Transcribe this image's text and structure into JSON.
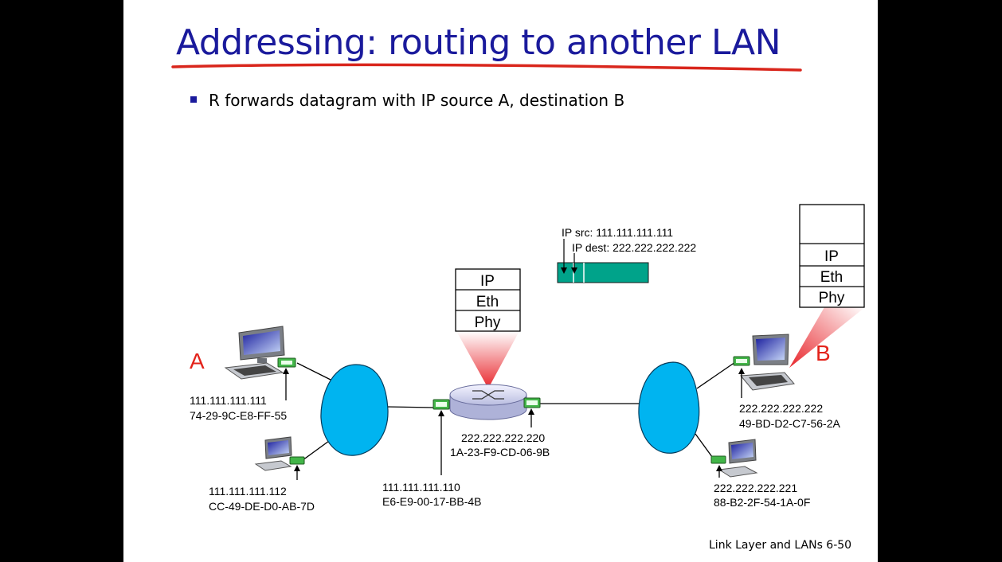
{
  "slide": {
    "title": "Addressing: routing to another LAN",
    "bullet": "R forwards datagram with IP source A, destination B",
    "footer": "Link Layer and LANs  6-50"
  },
  "datagram": {
    "ip_src": "IP src: 111.111.111.111",
    "ip_dest": "IP dest: 222.222.222.222"
  },
  "router_stack": [
    "IP",
    "Eth",
    "Phy"
  ],
  "host_b_stack": [
    "IP",
    "Eth",
    "Phy"
  ],
  "hosts": {
    "a": {
      "letter": "A",
      "ip": "111.111.111.111",
      "mac": "74-29-9C-E8-FF-55"
    },
    "a2": {
      "ip": "111.111.111.112",
      "mac": "CC-49-DE-D0-AB-7D"
    },
    "router_left": {
      "ip": "111.111.111.110",
      "mac": "E6-E9-00-17-BB-4B"
    },
    "router_right": {
      "ip": "222.222.222.220",
      "mac": "1A-23-F9-CD-06-9B"
    },
    "b": {
      "letter": "B",
      "ip": "222.222.222.222",
      "mac": "49-BD-D2-C7-56-2A"
    },
    "b2": {
      "ip": "222.222.222.221",
      "mac": "88-B2-2F-54-1A-0F"
    }
  },
  "colors": {
    "title": "#1a1a9c",
    "underline": "#d9261c",
    "host_letter": "#e3231b",
    "lan_cloud": "#00b4f0",
    "datagram": "#00a38a",
    "adapter": "#3aa335"
  }
}
